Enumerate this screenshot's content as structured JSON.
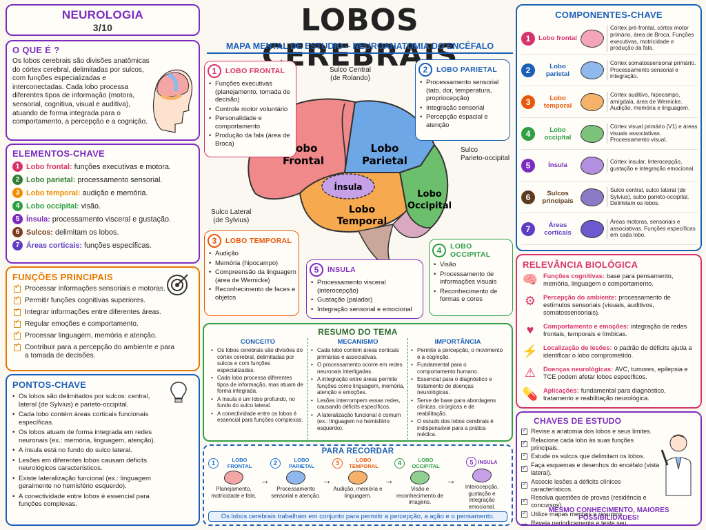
{
  "header": {
    "badge_line1": "NEUROLOGIA",
    "badge_line2": "3/10",
    "title": "LOBOS CEREBRAIS",
    "subtitle": "MAPA MENTAL DE ESTUDIO – NEUROANATOMIA DO ENCÉFALO"
  },
  "oque": {
    "title": "O QUE É ?",
    "text": "Os lobos cerebrais são divisões anatômicas do córtex cerebral, delimitadas por sulcos, com funções especializadas e interconectadas. Cada lobo processa diferentes tipos de informação (motora, sensorial, cognitiva, visual e auditiva), atuando de forma integrada para o comportamento, a percepção e a cognição."
  },
  "elementos": {
    "title": "ELEMENTOS-CHAVE",
    "items": [
      {
        "n": "1",
        "name": "Lobo frontal:",
        "desc": "funções executivas e motora.",
        "color": "#d6336c"
      },
      {
        "n": "2",
        "name": "Lobo parietal:",
        "desc": "processamento sensorial.",
        "color": "#2f7d32"
      },
      {
        "n": "3",
        "name": "Lobo temporal:",
        "desc": "audição e memória.",
        "color": "#f08c00"
      },
      {
        "n": "4",
        "name": "Lobo occipital:",
        "desc": "visão.",
        "color": "#2f9e44"
      },
      {
        "n": "5",
        "name": "Ínsula:",
        "desc": "processamento visceral e gustação.",
        "color": "#7b2cbf"
      },
      {
        "n": "6",
        "name": "Sulcos:",
        "desc": "delimitam os lobos.",
        "color": "#7a3b1c"
      },
      {
        "n": "7",
        "name": "Áreas corticais:",
        "desc": "funções específicas.",
        "color": "#5f3dc4"
      }
    ]
  },
  "funcoes": {
    "title": "FUNÇÕES PRINCIPAIS",
    "items": [
      "Processar informações sensoriais e motoras.",
      "Permitir funções cognitivas superiores.",
      "Integrar informações entre diferentes áreas.",
      "Regular emoções e comportamento.",
      "Processar linguagem, memória e atenção.",
      "Contribuir para a percepção do ambiente e para a tomada de decisões."
    ]
  },
  "pontos": {
    "title": "PONTOS-CHAVE",
    "items": [
      "Os lobos são delimitados por sulcos: central, lateral (de Sylvius) e parieto-occipital.",
      "Cada lobo contém áreas corticais funcionais específicas.",
      "Os lobos atuam de forma integrada em redes neuronais (ex.: memória, linguagem, atenção).",
      "A ínsula está no fundo do sulco lateral.",
      "Lesões em diferentes lobos causam déficits neurológicos característicos.",
      "Existe lateralização funcional (ex.: linguagem geralmente no hemisfério esquerdo).",
      "A conectividade entre lobos é essencial para funções complexas."
    ]
  },
  "frontal": {
    "n": "1",
    "title": "LOBO FRONTAL",
    "items": [
      "Funções executivas (planejamento, tomada de decisão)",
      "Controle motor voluntário",
      "Personalidade e comportamento",
      "Produção da fala (área de Broca)"
    ]
  },
  "parietal": {
    "n": "2",
    "title": "LOBO PARIETAL",
    "items": [
      "Processamento sensorial (tato, dor, temperatura, propriocepção)",
      "Integração sensorial",
      "Percepção espacial e atenção"
    ]
  },
  "temporal": {
    "n": "3",
    "title": "LOBO TEMPORAL",
    "items": [
      "Audição",
      "Memória (hipocampo)",
      "Compreensão da linguagem (área de Wernicke)",
      "Reconhecimento de faces e objetos"
    ]
  },
  "occipital": {
    "n": "4",
    "title": "LOBO OCCIPITAL",
    "items": [
      "Visão",
      "Processamento de informações visuais",
      "Reconhecimento de formas e cores"
    ]
  },
  "insula": {
    "n": "5",
    "title": "ÍNSULA",
    "items": [
      "Processamento visceral (interocepção)",
      "Gustação (paladar)",
      "Integração sensorial e emocional"
    ]
  },
  "brain_labels": {
    "frontal1": "Lobo",
    "frontal2": "Frontal",
    "parietal1": "Lobo",
    "parietal2": "Parietal",
    "temporal1": "Lobo",
    "temporal2": "Temporal",
    "occipital1": "Lobo",
    "occipital2": "Occipital",
    "insula": "Ínsula",
    "sulco_central1": "Sulco Central",
    "sulco_central2": "(de Rolando)",
    "sulco_po1": "Sulco",
    "sulco_po2": "Parieto-occipital",
    "sulco_lat1": "Sulco Lateral",
    "sulco_lat2": "(de Sylvius)"
  },
  "resumo": {
    "title": "RESUMO DO TEMA",
    "cols": [
      {
        "title": "CONCEITO",
        "items": [
          "Os lobos cerebrais são divisões do córtex cerebral, delimitadas por sulcos e com funções especializadas.",
          "Cada lobo processa diferentes tipos de informação, mas atuam de forma integrada.",
          "A ínsula é um lobo profundo, no fundo do sulco lateral.",
          "A conectividade entre os lobos é essencial para funções complexas."
        ]
      },
      {
        "title": "MECANISMO",
        "items": [
          "Cada lobo contém áreas corticais primárias e associativas.",
          "O processamento ocorre em redes neuronais interligadas.",
          "A integração entre áreas permite funções como linguagem, memória, atenção e emoções.",
          "Lesões interrompem essas redes, causando déficits específicos.",
          "A lateralização funcional é comum (ex.: linguagem no hemisfério esquerdo)."
        ]
      },
      {
        "title": "IMPORTÂNCIA",
        "items": [
          "Permite a percepção, o movimento e a cognição.",
          "Fundamental para o comportamento humano.",
          "Essencial para o diagnóstico e tratamento de doenças neurológicas.",
          "Serve de base para abordagens clínicas, cirúrgicas e de reabilitação.",
          "O estudo dos lobos cerebrais é indispensável para a prática médica."
        ]
      }
    ]
  },
  "recordar": {
    "title": "PARA RECORDAR",
    "items": [
      {
        "n": "1",
        "name": "LOBO FRONTAL",
        "desc": "Planejamento, motricidade e fala.",
        "color": "#1c6fd1",
        "brain": "#f4a6a6"
      },
      {
        "n": "2",
        "name": "LOBO PARIETAL",
        "desc": "Processamento sensorial e atenção.",
        "color": "#1c6fd1",
        "brain": "#8fb8ec"
      },
      {
        "n": "3",
        "name": "LOBO TEMPORAL",
        "desc": "Audição, memória e linguagem.",
        "color": "#e8590c",
        "brain": "#f6b26b"
      },
      {
        "n": "4",
        "name": "LOBO OCCIPITAL",
        "desc": "Visão e reconhecimento de imagens.",
        "color": "#2f9e44",
        "brain": "#8fcf8f"
      },
      {
        "n": "5",
        "name": "ÍNSULA",
        "desc": "Interocepção, gustação e integração emocional.",
        "color": "#7b2cbf",
        "brain": "#c7a1e8"
      }
    ],
    "footer": "Os lobos cerebrais trabalham em conjunto para permitir a percepção, a ação e o pensamento."
  },
  "componentes": {
    "title": "COMPONENTES-CHAVE",
    "items": [
      {
        "n": "1",
        "name": "Lobo frontal",
        "desc": "Córtex pré-frontal, córtex motor primário, área de Broca. Funções executivas, motricidade e produção da fala.",
        "color": "#d6336c",
        "img": "#f4a6b8"
      },
      {
        "n": "2",
        "name": "Lobo parietal",
        "desc": "Córtex somatossensorial primário. Processamento sensorial e integração.",
        "color": "#1c5fb8",
        "img": "#8fb8ec"
      },
      {
        "n": "3",
        "name": "Lobo temporal",
        "desc": "Córtex auditivo, hipocampo, amígdala, área de Wernicke. Audição, memória e linguagem.",
        "color": "#e8590c",
        "img": "#f6b26b"
      },
      {
        "n": "4",
        "name": "Lobo occipital",
        "desc": "Córtex visual primário (V1) e áreas visuais associativas. Processamento visual.",
        "color": "#2f9e44",
        "img": "#7cc47c"
      },
      {
        "n": "5",
        "name": "Ínsula",
        "desc": "Córtex insular. Interocepção, gustação e integração emocional.",
        "color": "#7b2cbf",
        "img": "#b38fe0"
      },
      {
        "n": "6",
        "name": "Sulcos principais",
        "desc": "Sulco central, sulco lateral (de Sylvius), sulco parieto-occipital. Delimitam os lobos.",
        "color": "#5c3b1e",
        "img": "#8a7ac8"
      },
      {
        "n": "7",
        "name": "Áreas corticais",
        "desc": "Áreas motoras, sensoriais e associativas. Funções específicas em cada lobo.",
        "color": "#5f3dc4",
        "img": "#6a5acd"
      }
    ]
  },
  "relevancia": {
    "title": "RELEVÂNCIA BIOLÓGICA",
    "items": [
      {
        "icon": "brain-icon",
        "glyph": "🧠",
        "name": "Funções cognitivas:",
        "desc": "base para pensamento, memória, linguagem e comportamento."
      },
      {
        "icon": "gear-icon",
        "glyph": "⚙",
        "name": "Percepção do ambiente:",
        "desc": "processamento de estímulos sensoriais (visuais, auditivos, somatossensoriais)."
      },
      {
        "icon": "heart-icon",
        "glyph": "♥",
        "name": "Comportamento e emoções:",
        "desc": "integração de redes frontais, temporais e límbicas."
      },
      {
        "icon": "lightning-icon",
        "glyph": "⚡",
        "name": "Localização de lesões:",
        "desc": "o padrão de déficits ajuda a identificar o lobo comprometido."
      },
      {
        "icon": "warning-icon",
        "glyph": "⚠",
        "name": "Doenças neurológicas:",
        "desc": "AVC, tumores, epilepsia e TCE podem afetar lobos específicos."
      },
      {
        "icon": "pill-icon",
        "glyph": "💊",
        "name": "Aplicações:",
        "desc": "fundamental para diagnóstico, tratamento e reabilitação neurológica."
      }
    ]
  },
  "chaves": {
    "title": "CHAVES DE ESTUDO",
    "items": [
      "Revise a anatomia dos lobos e seus limites.",
      "Relacione cada lobo às suas funções principais.",
      "Estude os sulcos que delimitam os lobos.",
      "Faça esquemas e desenhos do encéfalo (vista lateral).",
      "Associe lesões a déficits clínicos característicos.",
      "Resolva questões de provas (residência e concursos).",
      "Utilize mapas mentais e resumos.",
      "Reveja periodicamente e teste seu conhecimento."
    ],
    "footer": "MESMO CONHECIMENTO, MAIORES POSSIBILIDADES!"
  }
}
